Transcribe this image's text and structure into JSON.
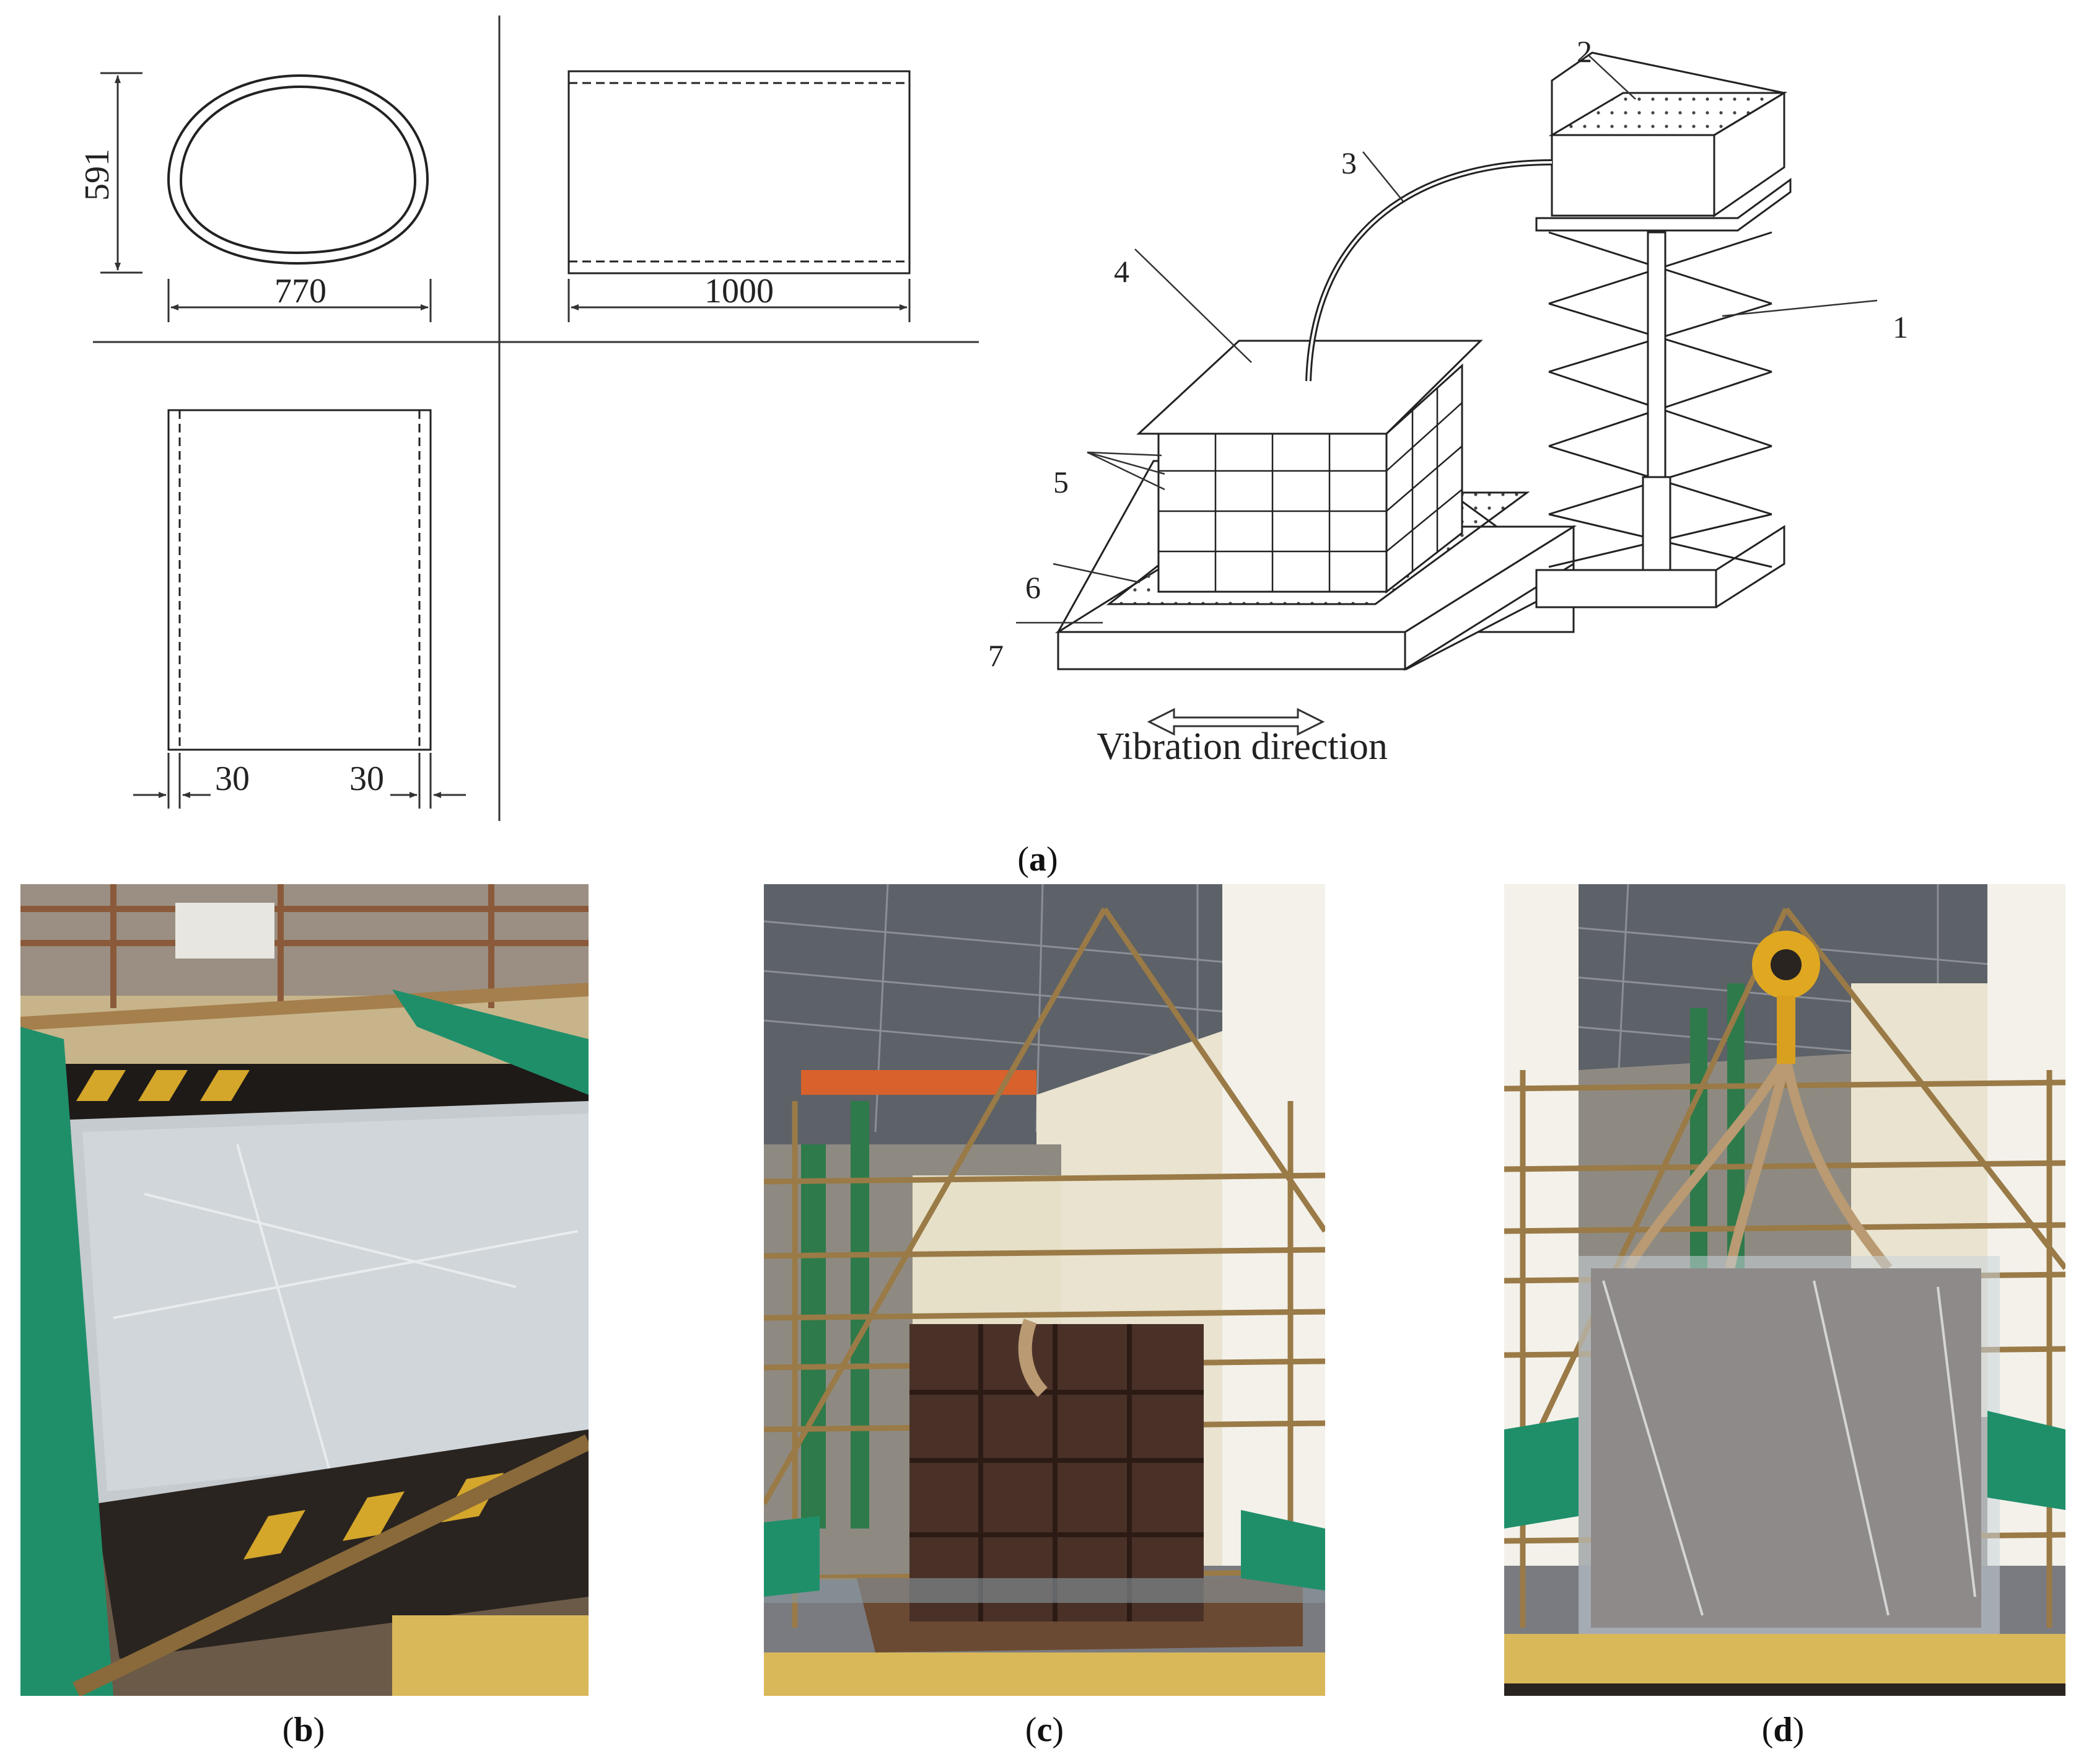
{
  "panel_a": {
    "dims": {
      "height": "591",
      "width": "770",
      "length": "1000",
      "left_offset": "30",
      "right_offset": "30"
    },
    "labels": [
      "1",
      "2",
      "3",
      "4",
      "5",
      "6",
      "7"
    ],
    "vibration_label": "Vibration direction",
    "caption": {
      "open": "(",
      "letter": "a",
      "close": ")"
    }
  },
  "panel_b": {
    "caption": {
      "open": "(",
      "letter": "b",
      "close": ")"
    }
  },
  "panel_c": {
    "caption": {
      "open": "(",
      "letter": "c",
      "close": ")"
    }
  },
  "panel_d": {
    "caption": {
      "open": "(",
      "letter": "d",
      "close": ")"
    }
  },
  "colors": {
    "line": "#333333",
    "steel": "#4a3128",
    "scaffold": "#8a6a3a",
    "net": "#1f8f6a",
    "plastic": "#c9d3da",
    "floor": "#d9b85a"
  }
}
